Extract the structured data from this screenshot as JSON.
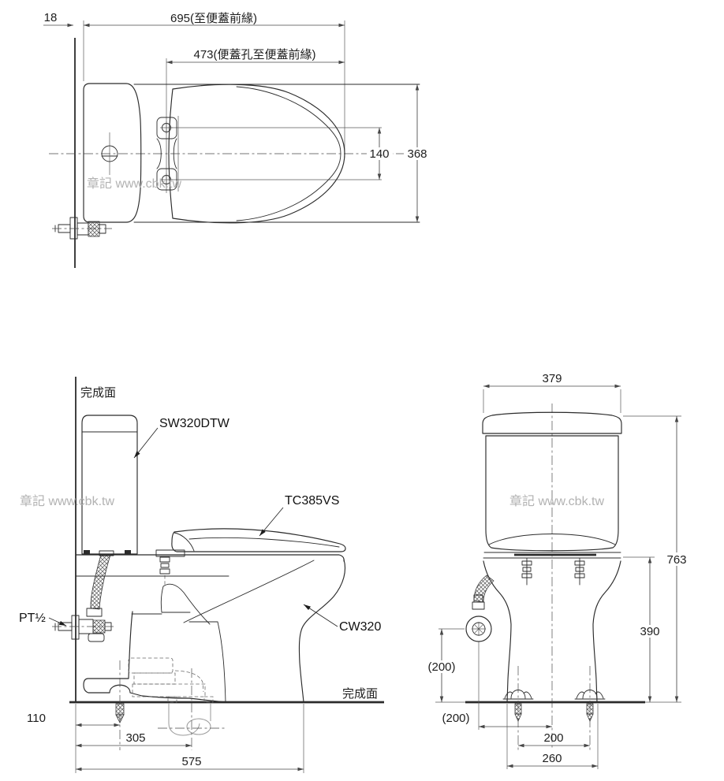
{
  "drawing": {
    "type": "toilet installation dimension drawing",
    "watermark": "章記 www.cbk.tw",
    "colors": {
      "line": "#2b2b2b",
      "dimension": "#474747",
      "watermark": "#b2b2b2",
      "background": "#ffffff"
    }
  },
  "top_view": {
    "dim_wall_offset": "18",
    "dim_overall_depth": "695(至便蓋前緣)",
    "dim_hole_to_front": "473(便蓋孔至便蓋前緣)",
    "dim_hinge_hole_span": "140",
    "dim_seat_width": "368"
  },
  "side_view": {
    "wall_label": "完成面",
    "floor_label": "完成面",
    "tank_model": "SW320DTW",
    "seat_model": "TC385VS",
    "bowl_model": "CW320",
    "supply_label": "PT½",
    "dim_bolt_offset": "110",
    "dim_outlet_rough_in": "305",
    "dim_overall_depth": "575"
  },
  "front_view": {
    "dim_tank_width": "379",
    "dim_overall_height": "763",
    "dim_rim_height": "390",
    "dim_supply_height": "(200)",
    "dim_supply_offset": "(200)",
    "dim_bolt_spacing": "200",
    "dim_base_width": "260"
  }
}
